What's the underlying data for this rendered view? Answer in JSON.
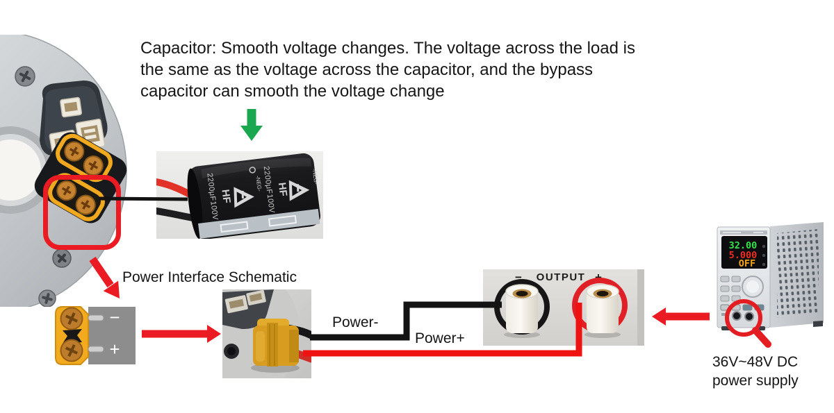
{
  "texts": {
    "capacitor_note_lines": [
      "Capacitor: Smooth voltage changes. The voltage across the load is",
      "the same as the voltage across the capacitor, and the bypass",
      "capacitor can smooth the voltage change"
    ],
    "schematic_title": "Power Interface Schematic",
    "wire_negative_label": "Power-",
    "wire_positive_label": "Power+",
    "psu_caption_line1": "36V~48V DC",
    "psu_caption_line2": "power supply"
  },
  "xt60_schematic": {
    "negative": "−",
    "positive": "+"
  },
  "output_panel": {
    "negative": "−",
    "title": "OUTPUT",
    "positive": "+"
  },
  "capacitor_markings": {
    "brand": "HF",
    "value": "2200μF100V",
    "polarity": "-NEG-"
  },
  "psu_display": {
    "voltage": "32.00",
    "current": "5.000",
    "status": "OFF"
  },
  "colors": {
    "arrow_red": "#ea1b22",
    "arrow_green": "#1aa750",
    "wire_black": "#131313",
    "wire_red": "#ee1212",
    "xt60_yellow": "#f2ab1e",
    "psu_voltage_green": "#35e34a",
    "psu_current_red": "#ef2d25",
    "psu_status_orange": "#f5a21b"
  }
}
